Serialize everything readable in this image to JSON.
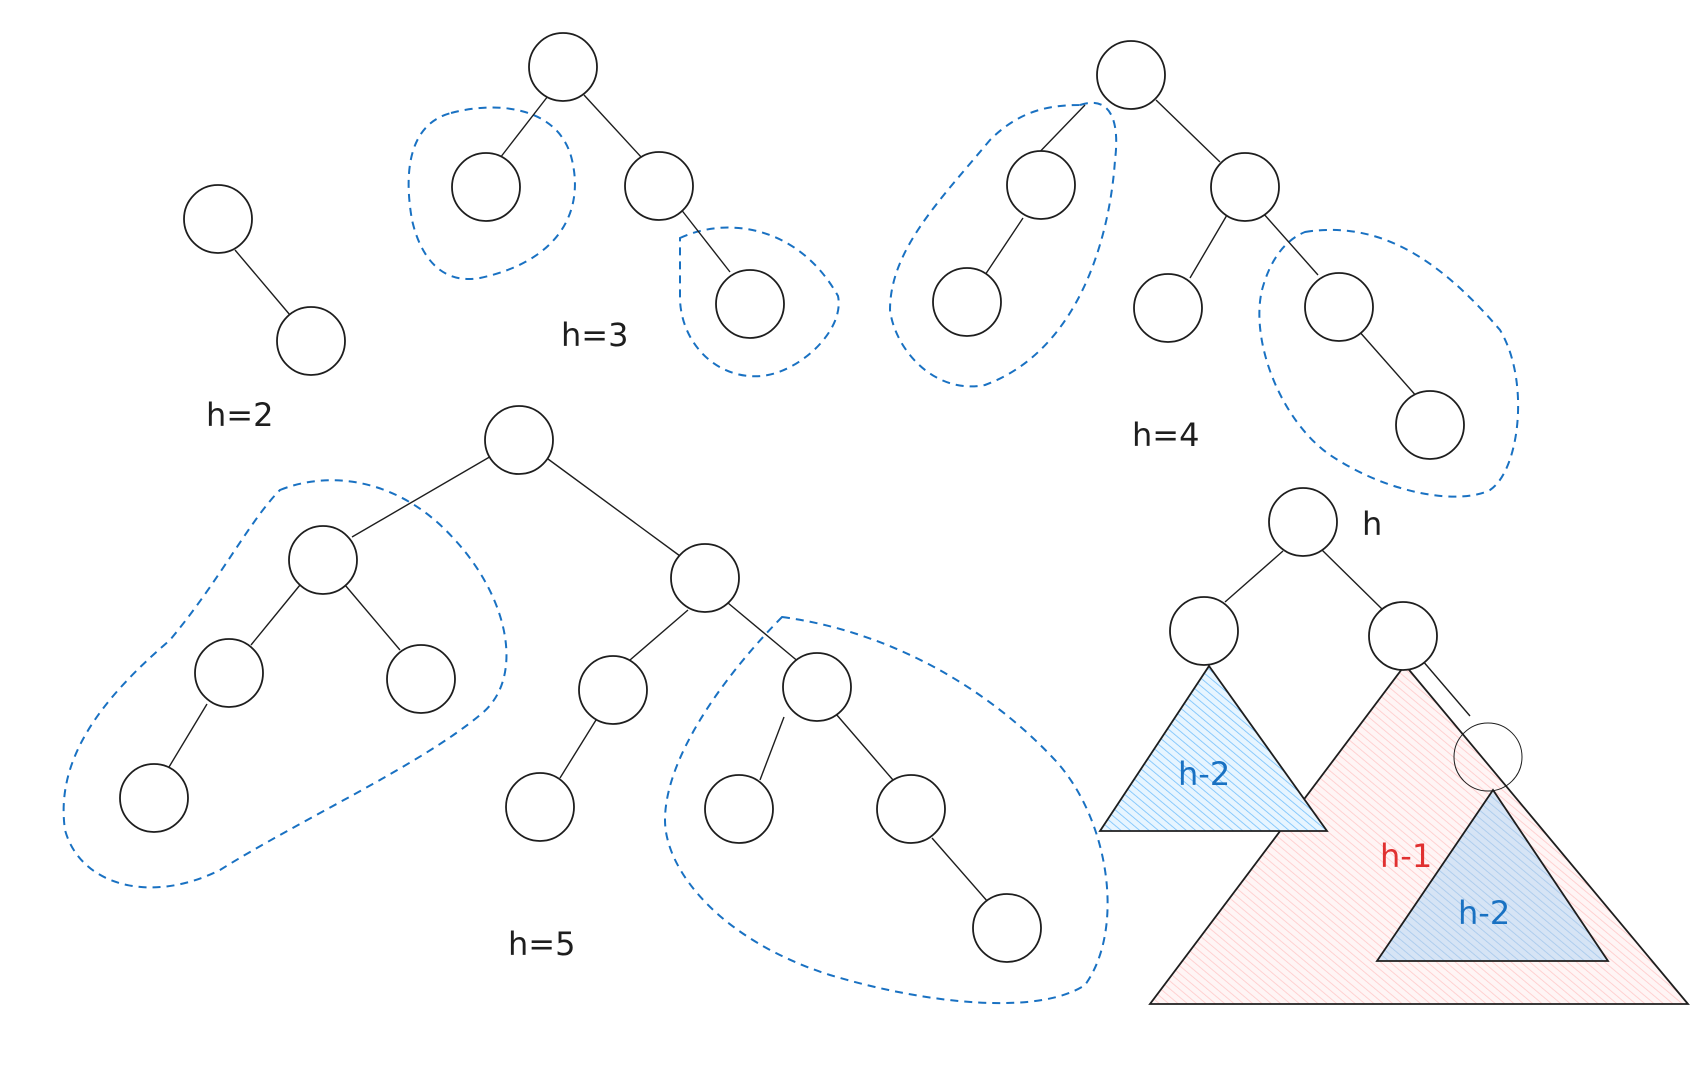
{
  "labels": {
    "h2": "h=2",
    "h3": "h=3",
    "h4": "h=4",
    "h5": "h=5",
    "h_root": "h",
    "left_sub": "h-2",
    "right_sub": "h-1",
    "inner_sub": "h-2"
  },
  "colors": {
    "ink": "#1e1e1e",
    "group_outline": "#1971c2",
    "label_blue": "#1971c2",
    "label_red": "#e03131",
    "hatch_blue": "#74c0fc",
    "hatch_red": "#ffa8a8"
  }
}
